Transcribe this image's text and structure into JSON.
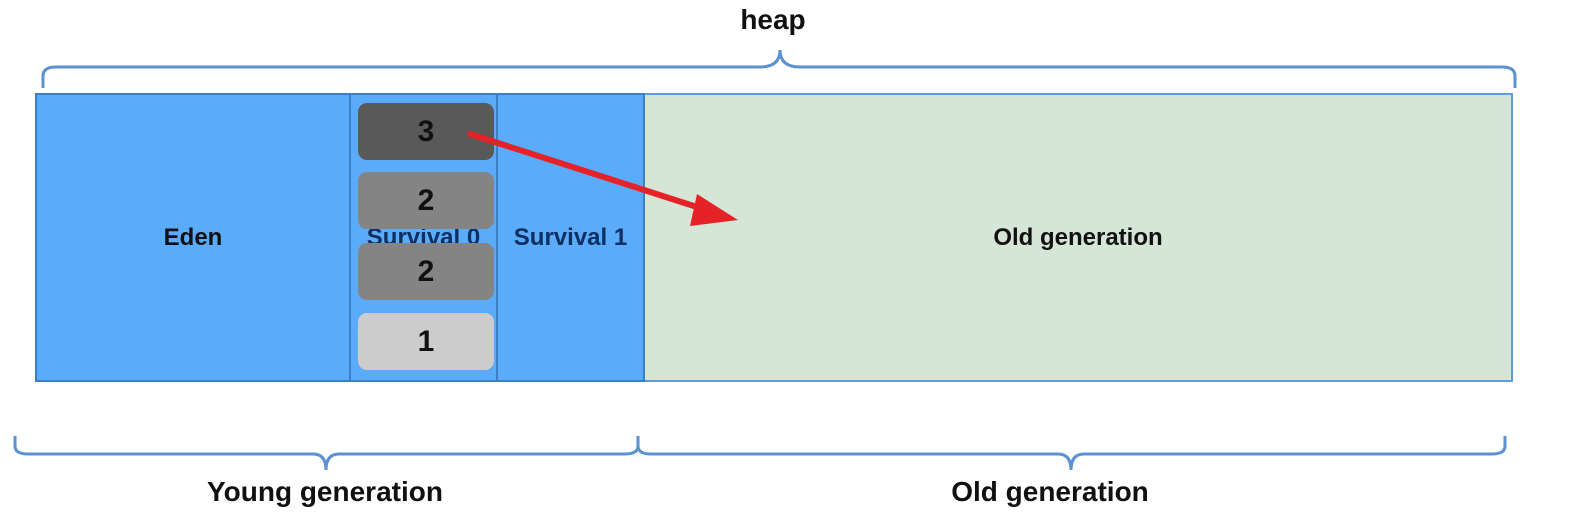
{
  "heap": {
    "title": "heap"
  },
  "regions": {
    "eden": "Eden",
    "survivor0": "Survival 0",
    "survivor1": "Survival 1",
    "old": "Old generation"
  },
  "blocks": [
    {
      "label": "3"
    },
    {
      "label": "2"
    },
    {
      "label": "2"
    },
    {
      "label": "1"
    }
  ],
  "groups": {
    "young": "Young generation",
    "old": "Old generation"
  },
  "colors": {
    "young_fill": "#5aabfa",
    "old_fill": "#d5e6d6",
    "brace": "#5b92cf",
    "arrow": "#e62229",
    "block_age_3": "#595959",
    "block_age_2": "#848484",
    "block_age_1": "#cccccc"
  }
}
